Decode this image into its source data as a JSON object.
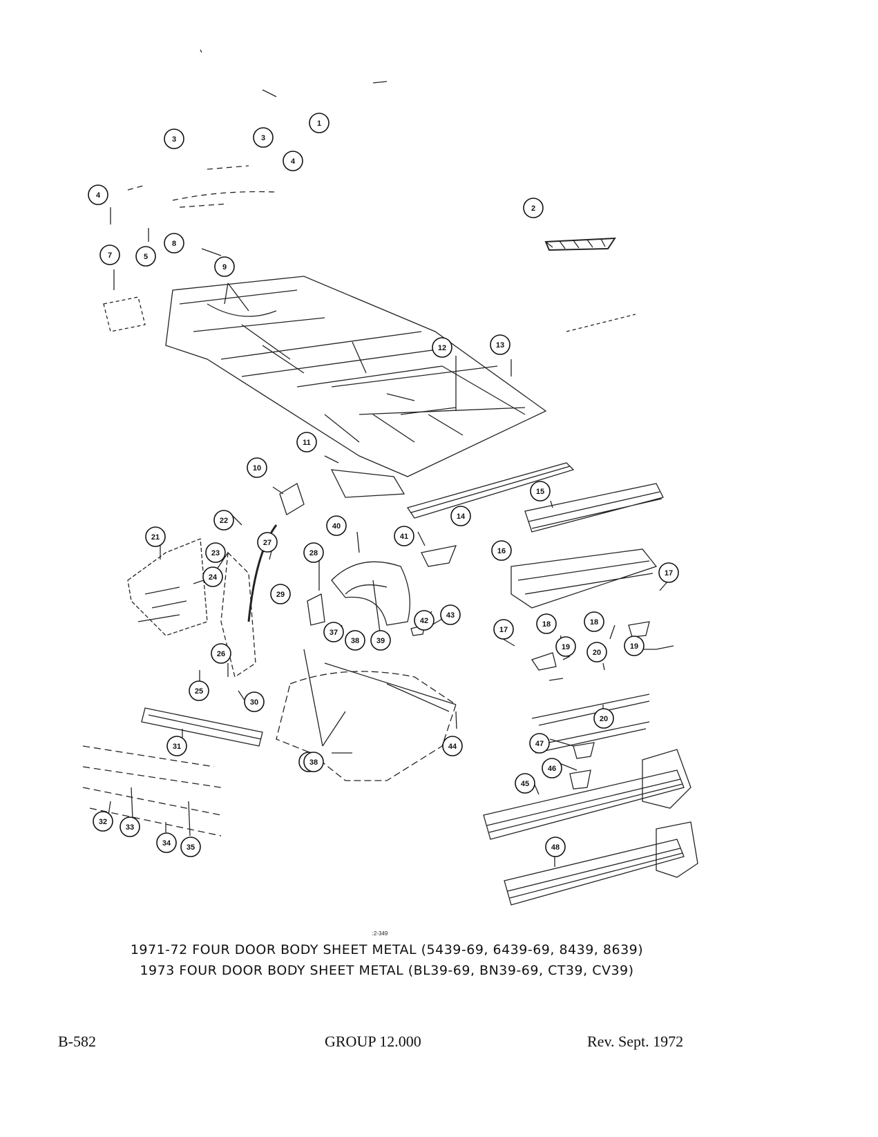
{
  "diagram": {
    "figure_code": ":2-349",
    "callouts": [
      "1",
      "2",
      "3",
      "3",
      "4",
      "4",
      "5",
      "7",
      "8",
      "9",
      "10",
      "11",
      "12",
      "13",
      "14",
      "15",
      "16",
      "17",
      "17",
      "18",
      "18",
      "19",
      "19",
      "20",
      "20",
      "21",
      "22",
      "23",
      "24",
      "25",
      "26",
      "27",
      "28",
      "29",
      "30",
      "31",
      "32",
      "33",
      "34",
      "35",
      "38",
      "38",
      "37",
      "38",
      "39",
      "40",
      "41",
      "42",
      "43",
      "44",
      "45",
      "46",
      "47",
      "48"
    ]
  },
  "caption": {
    "line1": "1971-72 FOUR DOOR BODY SHEET METAL (5439-69, 6439-69, 8439, 8639)",
    "line2": "1973 FOUR DOOR BODY SHEET METAL (BL39-69, BN39-69, CT39, CV39)"
  },
  "footer": {
    "page": "B-582",
    "group": "GROUP 12.000",
    "revision": "Rev. Sept. 1972"
  }
}
